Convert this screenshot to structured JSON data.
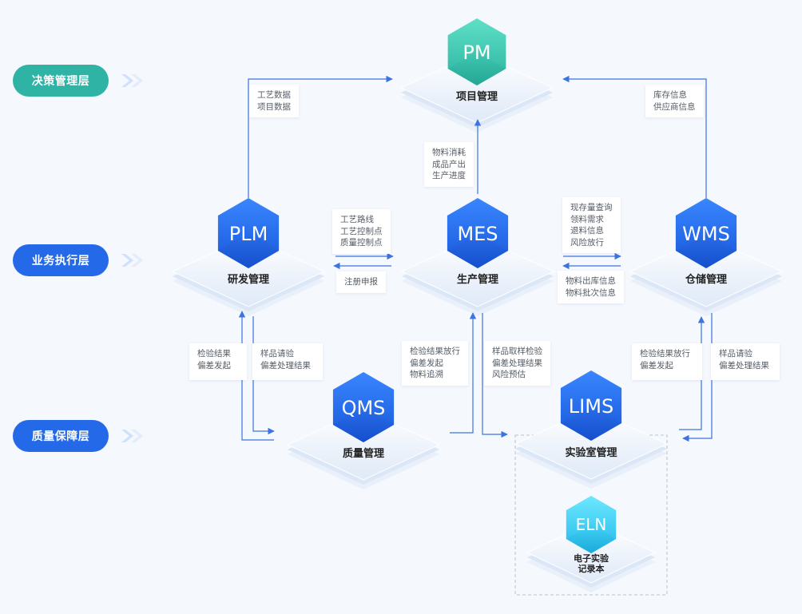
{
  "colors": {
    "teal": "#2fb3a5",
    "blue": "#2469e8",
    "arrow": "#3b73e0",
    "platform": "#e7f0fc"
  },
  "layers": [
    {
      "id": "decision",
      "label": "决策管理层",
      "color": "teal"
    },
    {
      "id": "execution",
      "label": "业务执行层",
      "color": "blue"
    },
    {
      "id": "quality",
      "label": "质量保障层",
      "color": "blue"
    }
  ],
  "nodes": {
    "pm": {
      "abbr": "PM",
      "label": "项目管理",
      "color": "teal"
    },
    "plm": {
      "abbr": "PLM",
      "label": "研发管理",
      "color": "blue"
    },
    "mes": {
      "abbr": "MES",
      "label": "生产管理",
      "color": "blue"
    },
    "wms": {
      "abbr": "WMS",
      "label": "仓储管理",
      "color": "blue"
    },
    "qms": {
      "abbr": "QMS",
      "label": "质量管理",
      "color": "blue"
    },
    "lims": {
      "abbr": "LIMS",
      "label": "实验室管理",
      "color": "blue"
    },
    "eln": {
      "abbr": "ELN",
      "label_lines": [
        "电子实验",
        "记录本"
      ],
      "color": "cyan"
    }
  },
  "flows": {
    "plm_to_pm": [
      "工艺数据",
      "项目数据"
    ],
    "wms_to_pm": [
      "库存信息",
      "供应商信息"
    ],
    "mes_to_pm": [
      "物料消耗",
      "成品产出",
      "生产进度"
    ],
    "plm_to_mes": [
      "工艺路线",
      "工艺控制点",
      "质量控制点"
    ],
    "mes_to_plm": [
      "注册申报"
    ],
    "mes_to_wms": [
      "现存量查询",
      "领料需求",
      "退料信息",
      "风险放行"
    ],
    "wms_to_mes": [
      "物料出库信息",
      "物料批次信息"
    ],
    "plm_to_qms": [
      "检验结果",
      "偏差发起"
    ],
    "qms_to_plm": [
      "样品请验",
      "偏差处理结果"
    ],
    "qms_to_mes": [
      "检验结果放行",
      "偏差发起",
      "物料追溯"
    ],
    "mes_to_lims": [
      "样品取样检验",
      "偏差处理结果",
      "风险预估"
    ],
    "lims_to_wms": [
      "检验结果放行",
      "偏差发起"
    ],
    "wms_to_lims": [
      "样品请验",
      "偏差处理结果"
    ]
  }
}
